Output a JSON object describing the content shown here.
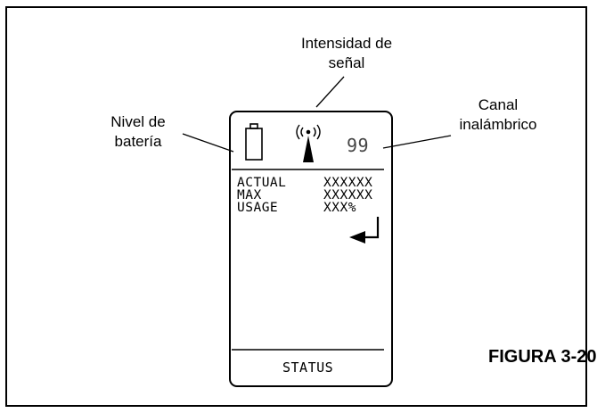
{
  "callouts": {
    "signal_line1": "Intensidad de",
    "signal_line2": "señal",
    "battery_line1": "Nivel de",
    "battery_line2": "batería",
    "channel_line1": "Canal",
    "channel_line2": "inalámbrico"
  },
  "device": {
    "channel_number": "99",
    "rows": [
      {
        "label": "ACTUAL",
        "value": "XXXXXX"
      },
      {
        "label": "MAX",
        "value": "XXXXXX"
      },
      {
        "label": "USAGE",
        "value": "XXX%"
      }
    ],
    "footer_label": "STATUS",
    "icons": [
      "battery-icon",
      "signal-antenna-icon",
      "enter-arrow-icon"
    ]
  },
  "figure_label": "FIGURA 3-20"
}
